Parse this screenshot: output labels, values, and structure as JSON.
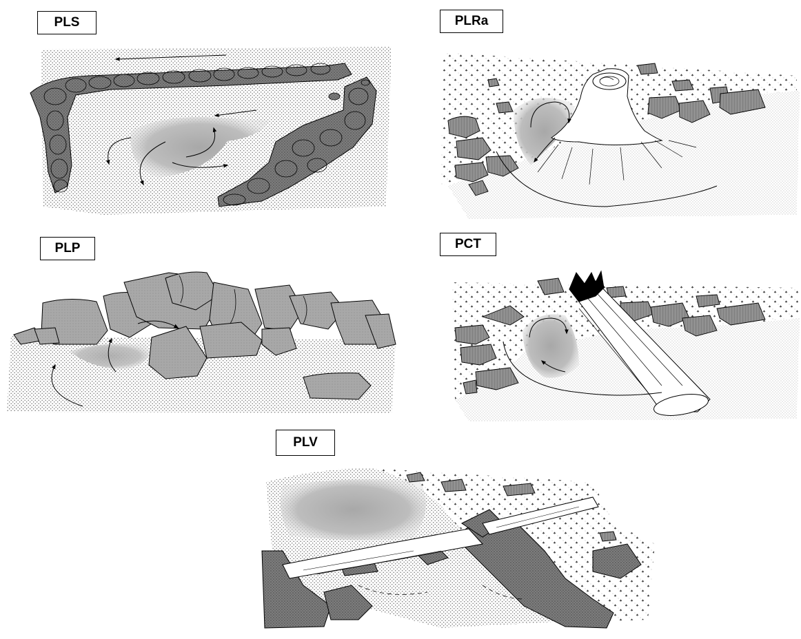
{
  "panels": [
    {
      "id": "pls",
      "label": "PLS"
    },
    {
      "id": "plra",
      "label": "PLRa"
    },
    {
      "id": "plp",
      "label": "PLP"
    },
    {
      "id": "pct",
      "label": "PCT"
    },
    {
      "id": "plv",
      "label": "PLV"
    }
  ],
  "colors": {
    "stone": "#8d8d8d",
    "stone_light": "#b3b3b3",
    "pool": "#bdbdbd",
    "stipple": "#7a7a7a",
    "log": "#ffffff",
    "outline": "#000000"
  }
}
